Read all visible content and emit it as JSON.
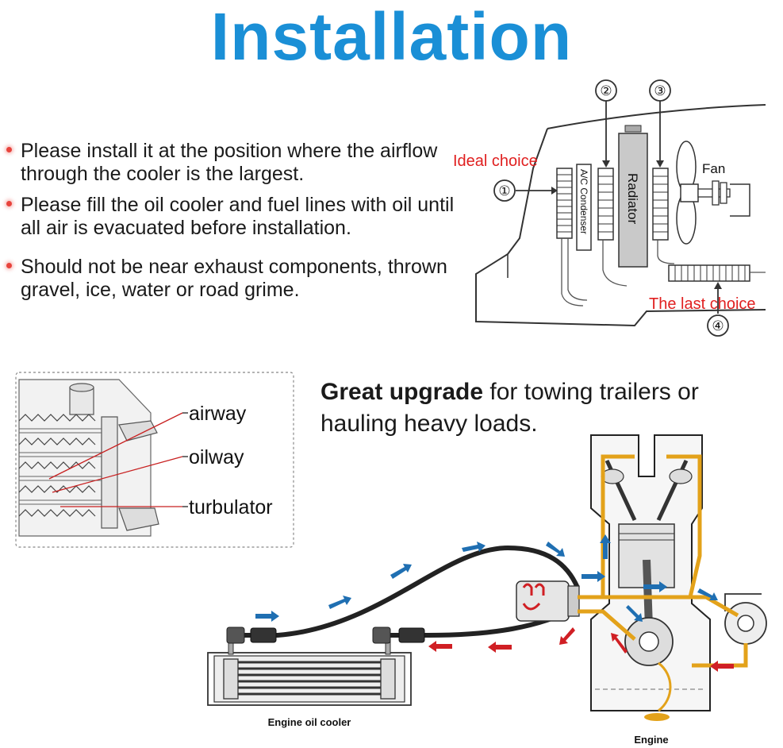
{
  "title": "Installation",
  "bullets": [
    "Please install it at the position where the airflow through the cooler is the largest.",
    "Please fill the oil cooler and fuel lines with oil until all air is evacuated before installation.",
    "Should not be near exhaust components, thrown gravel, ice, water or road grime."
  ],
  "placement": {
    "ideal_choice": "Ideal choice",
    "last_choice": "The last choice",
    "ac_condenser": "A/C Condenser",
    "radiator": "Radiator",
    "fan": "Fan",
    "markers": [
      "①",
      "②",
      "③",
      "④"
    ]
  },
  "cooler_parts": [
    "airway",
    "oilway",
    "turbulator"
  ],
  "upgrade": {
    "bold": "Great upgrade",
    "text": " for towing trailers or hauling heavy loads."
  },
  "labels": {
    "oil_cooler": "Engine oil cooler",
    "engine": "Engine"
  },
  "colors": {
    "title": "#1a8fd6",
    "red_label": "#e02020",
    "flow_blue": "#1f6fb2",
    "flow_red": "#d01f24",
    "oil_path": "#e3a21a"
  }
}
